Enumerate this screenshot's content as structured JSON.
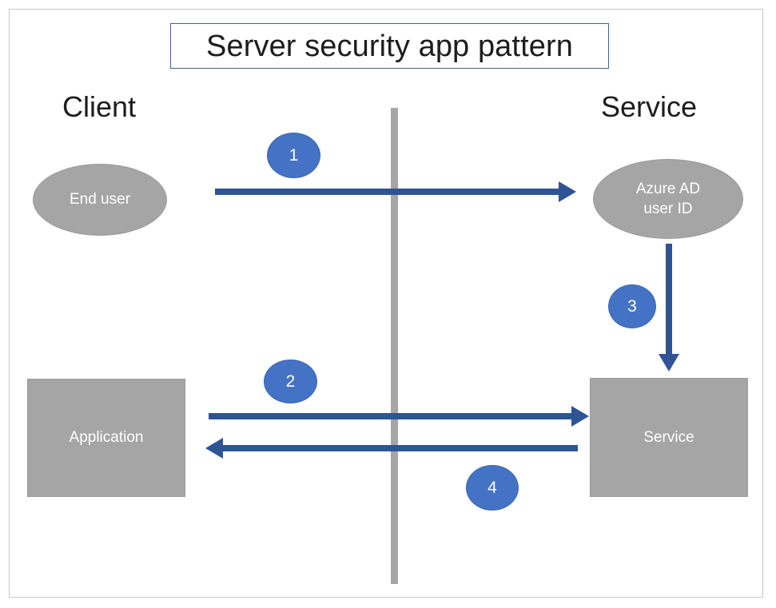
{
  "diagram": {
    "title": "Server security app pattern",
    "columns": {
      "left_heading": "Client",
      "right_heading": "Service"
    },
    "nodes": [
      {
        "id": "end-user",
        "label": "End user",
        "shape": "ellipse",
        "side": "client"
      },
      {
        "id": "azure-ad",
        "label": "Azure AD\nuser ID",
        "shape": "ellipse",
        "side": "service"
      },
      {
        "id": "application",
        "label": "Application",
        "shape": "rectangle",
        "side": "client"
      },
      {
        "id": "service",
        "label": "Service",
        "shape": "rectangle",
        "side": "service"
      }
    ],
    "azure_ad_line1": "Azure AD",
    "azure_ad_line2": "user ID",
    "steps": [
      {
        "number": "1",
        "from": "end-user",
        "to": "azure-ad",
        "direction": "right"
      },
      {
        "number": "2",
        "from": "application",
        "to": "service",
        "direction": "right"
      },
      {
        "number": "3",
        "from": "azure-ad",
        "to": "service",
        "direction": "down"
      },
      {
        "number": "4",
        "from": "service",
        "to": "application",
        "direction": "left"
      }
    ],
    "divider": {
      "orientation": "vertical",
      "label": "client-service-boundary"
    },
    "colors": {
      "shape_fill": "#a5a5a5",
      "shape_text": "#ffffff",
      "arrow": "#2e5496",
      "step_badge": "#4472c4",
      "title_border": "#42628f",
      "frame_border": "#c7c7c7",
      "divider": "#a6a6a6",
      "background": "#ffffff",
      "heading_text": "#1d1d1d"
    }
  }
}
